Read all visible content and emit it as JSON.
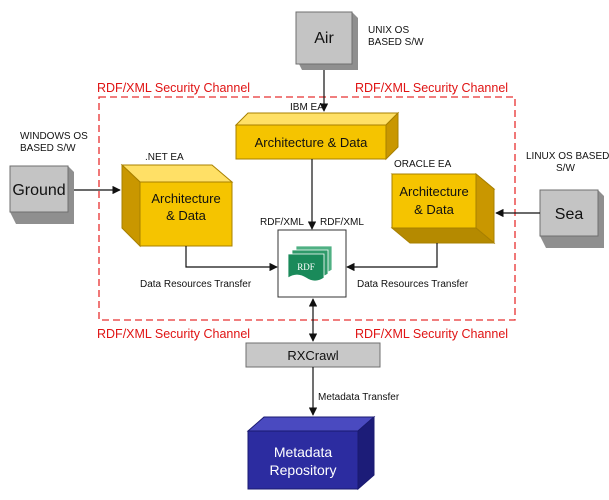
{
  "colors": {
    "channel_border": "#e83030",
    "channel_text": "#e01414",
    "ea_box_face": "#f5c400",
    "ea_box_side": "#c99700",
    "env_box": "#bfbfbf",
    "metadata_box": "#2c2ca0",
    "rdf_icon": "#1a8a5a"
  },
  "sources": {
    "air": {
      "label": "Air",
      "caption_line1": "UNIX OS",
      "caption_line2": "BASED S/W"
    },
    "ground": {
      "label": "Ground",
      "caption_line1": "WINDOWS OS",
      "caption_line2": "BASED S/W"
    },
    "sea": {
      "label": "Sea",
      "caption_line1": "LINUX OS BASED",
      "caption_line2": "S/W"
    }
  },
  "channels": {
    "top_left": "RDF/XML Security Channel",
    "top_right": "RDF/XML Security Channel",
    "bottom_left": "RDF/XML Security Channel",
    "bottom_right": "RDF/XML Security Channel"
  },
  "ea": {
    "ibm": {
      "title": "IBM EA",
      "label": "Architecture & Data"
    },
    "net": {
      "title": ".NET EA",
      "line1": "Architecture",
      "line2": "& Data"
    },
    "oracle": {
      "title": "ORACLE EA",
      "line1": "Architecture",
      "line2": "& Data"
    }
  },
  "center": {
    "rdfxml_left": "RDF/XML",
    "rdfxml_right": "RDF/XML",
    "rdf_icon_label": "RDF",
    "transfer_left": "Data Resources Transfer",
    "transfer_right": "Data Resources Transfer"
  },
  "rxcrawl": {
    "label": "RXCrawl"
  },
  "metadata_transfer": "Metadata Transfer",
  "repository": {
    "line1": "Metadata",
    "line2": "Repository"
  }
}
